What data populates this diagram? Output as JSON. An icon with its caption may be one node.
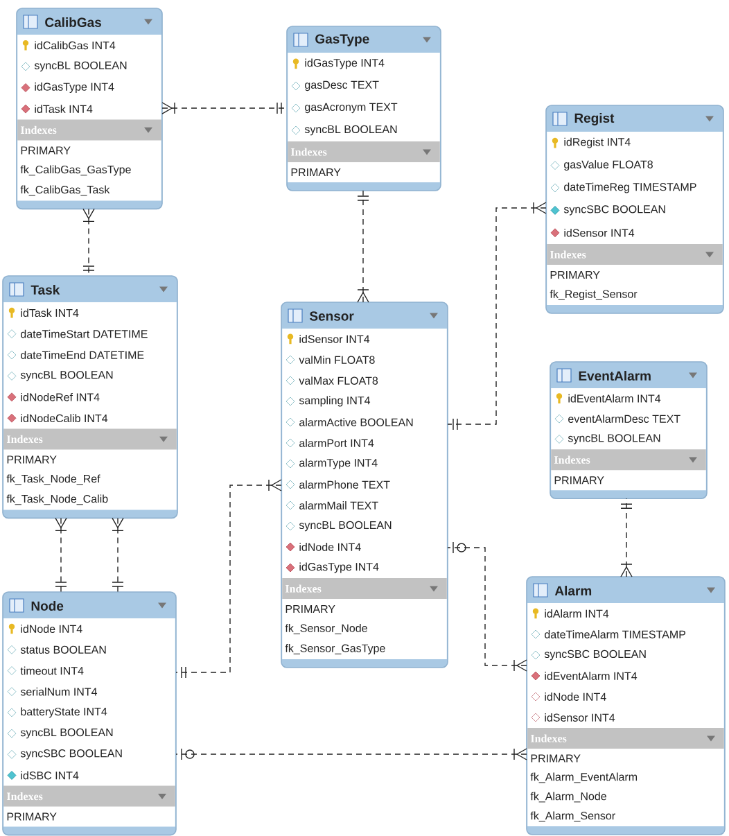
{
  "diagram": {
    "nodes": [
      {
        "text": [
          "CalibGas",
          "idCalibGas INT4",
          "syncBL BOOLEAN",
          "idGasType INT4",
          "idTask INT4",
          "Indexes",
          "PRIMARY",
          "fk_CalibGas_GasType",
          "fk_CalibGas_Task"
        ]
      },
      {
        "text": [
          "GasType",
          "idGasType INT4",
          "gasDesc TEXT",
          "gasAcronym TEXT",
          "syncBL BOOLEAN",
          "Indexes",
          "PRIMARY"
        ]
      },
      {
        "text": [
          "Regist",
          "idRegist INT4",
          "gasValue FLOAT8",
          "dateTimeReg TIMESTAMP",
          "syncSBC BOOLEAN",
          "idSensor INT4",
          "Indexes",
          "PRIMARY",
          "fk_Regist_Sensor"
        ]
      },
      {
        "text": [
          "Task",
          "idTask INT4",
          "dateTimeStart DATETIME",
          "dateTimeEnd DATETIME",
          "syncBL BOOLEAN",
          "idNodeRef INT4",
          "idNodeCalib INT4",
          "Indexes",
          "PRIMARY",
          "fk_Task_Node_Ref",
          "fk_Task_Node_Calib"
        ]
      },
      {
        "text": [
          "Sensor",
          "idSensor INT4",
          "valMin FLOAT8",
          "valMax FLOAT8",
          "sampling INT4",
          "alarmActive BOOLEAN",
          "alarmPort INT4",
          "alarmType INT4",
          "alarmPhone TEXT",
          "alarmMail TEXT",
          "syncBL BOOLEAN",
          "idNode INT4",
          "idGasType INT4",
          "Indexes",
          "PRIMARY",
          "fk_Sensor_Node",
          "fk_Sensor_GasType"
        ]
      },
      {
        "text": [
          "EventAlarm",
          "idEventAlarm INT4",
          "eventAlarmDesc TEXT",
          "syncBL BOOLEAN",
          "Indexes",
          "PRIMARY"
        ]
      },
      {
        "text": [
          "Node",
          "idNode INT4",
          "status BOOLEAN",
          "timeout INT4",
          "serialNum INT4",
          "batteryState INT4",
          "syncBL BOOLEAN",
          "syncSBC BOOLEAN",
          "idSBC INT4",
          "Indexes",
          "PRIMARY"
        ]
      },
      {
        "text": [
          "Alarm",
          "idAlarm INT4",
          "dateTimeAlarm TIMESTAMP",
          "syncSBC BOOLEAN",
          "idEventAlarm INT4",
          "idNode INT4",
          "idSensor INT4",
          "Indexes",
          "PRIMARY",
          "fk_Alarm_EventAlarm",
          "fk_Alarm_Node",
          "fk_Alarm_Sensor"
        ]
      }
    ],
    "edges": [
      {
        "from": 0,
        "to": 1,
        "arrow": "other",
        "style": "dashed"
      },
      {
        "from": 0,
        "to": 3,
        "arrow": "other",
        "style": "dashed"
      },
      {
        "from": 2,
        "to": 4,
        "arrow": "other",
        "style": "dashed"
      },
      {
        "from": 4,
        "to": 1,
        "arrow": "other",
        "style": "dashed"
      },
      {
        "from": 3,
        "to": 6,
        "arrow": "other",
        "style": "dashed"
      },
      {
        "from": 3,
        "to": 6,
        "arrow": "other",
        "style": "dashed"
      },
      {
        "from": 4,
        "to": 6,
        "arrow": "other",
        "style": "dashed"
      },
      {
        "from": 7,
        "to": 5,
        "arrow": "other",
        "style": "dashed"
      },
      {
        "from": 7,
        "to": 4,
        "arrow": "other",
        "style": "dashed"
      },
      {
        "from": 7,
        "to": 6,
        "arrow": "other",
        "style": "dashed"
      }
    ]
  }
}
